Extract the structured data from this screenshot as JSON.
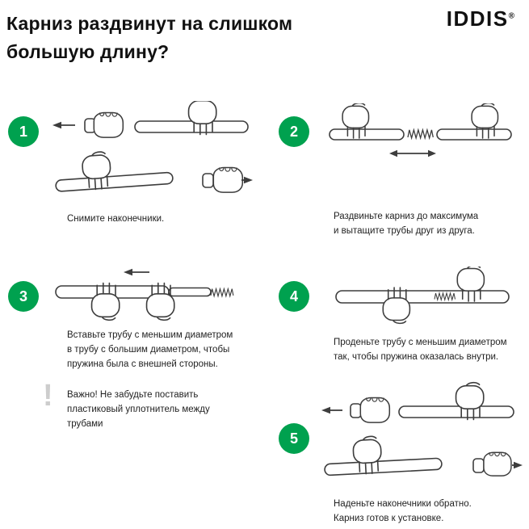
{
  "header": {
    "title_lines": [
      "Карниз раздвинут на слишком",
      "большую длину?"
    ],
    "brand": "IDDIS",
    "brand_reg": "®"
  },
  "colors": {
    "accent_green": "#00A14F",
    "note_gray": "#cdcdcd",
    "line_art": "#3d3d3d",
    "text": "#111111"
  },
  "steps": [
    {
      "number": "1",
      "caption_lines": [
        "Снимите наконечники."
      ]
    },
    {
      "number": "2",
      "caption_lines": [
        "Раздвиньте карниз до максимума",
        "и вытащите трубы друг из друга."
      ]
    },
    {
      "number": "3",
      "caption_lines": [
        "Вставьте трубу с меньшим диаметром",
        "в трубу с большим диаметром, чтобы",
        "пружина была с внешней стороны."
      ]
    },
    {
      "number": "4",
      "caption_lines": [
        "Проденьте трубу с меньшим диаметром",
        "так, чтобы пружина оказалась внутри."
      ]
    },
    {
      "number": "5",
      "caption_lines": [
        "Наденьте наконечники обратно.",
        "Карниз готов к установке."
      ]
    }
  ],
  "note": {
    "mark": "!",
    "lines": [
      "Важно! Не забудьте поставить",
      "пластиковый уплотнитель между",
      "трубами"
    ]
  },
  "icons": {
    "rod": "curtain-rod",
    "spring": "spring-coil",
    "hand": "hand-grip",
    "end_cap": "end-cap",
    "arrow": "direction-arrow"
  }
}
